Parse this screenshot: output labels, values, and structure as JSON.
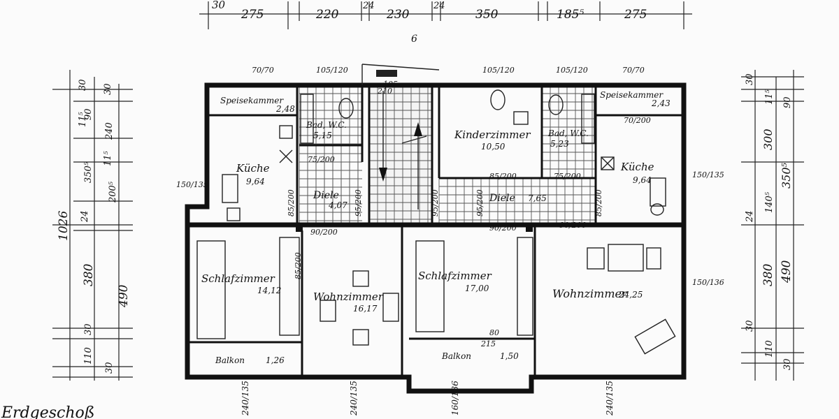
{
  "top_dims": [
    "30",
    "275",
    "220",
    "24",
    "230",
    "24",
    "350",
    "185⁵",
    "275"
  ],
  "top_small": [
    "6",
    "105",
    "210"
  ],
  "wall_labels": [
    "70/70",
    "105/120",
    "105/120",
    "105/120",
    "70/70"
  ],
  "rooms": {
    "speis_l": {
      "name": "Speisekammer",
      "area": "2,48"
    },
    "speis_r": {
      "name": "Speisekammer",
      "area": "2,43"
    },
    "bad_l": {
      "name": "Bad, W.C.",
      "area": "5,15"
    },
    "bad_r": {
      "name": "Bad, W.C.",
      "area": "5,23"
    },
    "kinder": {
      "name": "Kinderzimmer",
      "area": "10,50"
    },
    "kueche_l": {
      "name": "Küche",
      "area": "9,64"
    },
    "kueche_r": {
      "name": "Küche",
      "area": "9,64"
    },
    "diele_l": {
      "name": "Diele",
      "area": "4,07"
    },
    "diele_r": {
      "name": "Diele",
      "area": "7,65"
    },
    "schlaf_l": {
      "name": "Schlafzimmer",
      "area": "14,12"
    },
    "wohn_l": {
      "name": "Wohnzimmer",
      "area": "16,17"
    },
    "schlaf_r": {
      "name": "Schlafzimmer",
      "area": "17,00"
    },
    "wohn_r": {
      "name": "Wohnzimmer",
      "area": "24,25"
    },
    "balkon_l": {
      "name": "Balkon",
      "area": "1,26"
    },
    "balkon_r": {
      "name": "Balkon",
      "area": "1,50"
    }
  },
  "door_dims": [
    "70/200",
    "75/200",
    "85/200",
    "75/200",
    "85/200",
    "95/200",
    "95/200",
    "95/200",
    "85/200",
    "90/200",
    "90/200",
    "90/200",
    "85/200",
    "80",
    "215"
  ],
  "window_dims": [
    "150/135",
    "150/135",
    "150/136",
    "240/135",
    "240/135",
    "160/136",
    "240/135"
  ],
  "left_dims": [
    "30",
    "90",
    "30",
    "11⁵",
    "240",
    "350⁵",
    "11⁵",
    "200⁵",
    "24",
    "1026",
    "380",
    "490",
    "30",
    "110",
    "30"
  ],
  "right_dims": [
    "30",
    "11⁵",
    "90",
    "300",
    "350⁵",
    "24",
    "140⁵",
    "380",
    "490",
    "30",
    "110",
    "30"
  ],
  "floor_title": "Erdgeschoß"
}
